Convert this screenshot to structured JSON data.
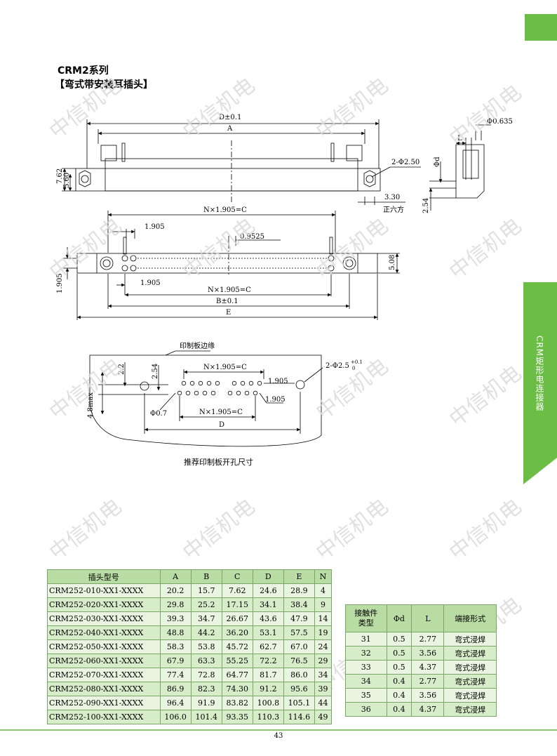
{
  "header": {
    "series": "CRM2系列",
    "subtitle": "【弯式带安装耳插头】"
  },
  "side_tab": {
    "label": "CRM矩形电连接器",
    "color": "#6cbd45"
  },
  "watermark": "中信机电",
  "drawing": {
    "d_tol": "D±0.1",
    "a": "A",
    "phi_635": "Φ0.635",
    "l": "L",
    "phi_d": "Φd",
    "two_phi_250": "2-Φ2.50",
    "dim_762": "7.62",
    "dim_560": "5.60",
    "dim_330": "3.30",
    "hex": "正六方",
    "dim_254": "2.54",
    "nc_top": "N×1.905=C",
    "p1905_a": "1.905",
    "p09525": "0.9525",
    "dim_508": "5.08",
    "dim_1905_left": "1.905",
    "p1905_b": "1.905",
    "nc_mid": "N×1.905=C",
    "b_tol": "B±0.1",
    "e": "E",
    "pcb_edge": "印制板边缘",
    "dim_22": "2.2",
    "dim_254b": "2.54",
    "nc_pcb": "N×1.905=C",
    "two_phi_25": "2-Φ2.5",
    "tol_01": "+0.1",
    "tol_0": "0",
    "p1905_c": "1.905",
    "p1905_d": "1.905",
    "dim_48": "4.8max",
    "phi_07": "Φ0.7",
    "nc_pcb2": "N×1.905=C",
    "d": "D",
    "caption": "推荐印制板开孔尺寸"
  },
  "table_main": {
    "headers": [
      "插头型号",
      "A",
      "B",
      "C",
      "D",
      "E",
      "N"
    ],
    "rows": [
      [
        "CRM252-010-XX1-XXXX",
        "20.2",
        "15.7",
        "7.62",
        "24.6",
        "28.9",
        "4"
      ],
      [
        "CRM252-020-XX1-XXXX",
        "29.8",
        "25.2",
        "17.15",
        "34.1",
        "38.4",
        "9"
      ],
      [
        "CRM252-030-XX1-XXXX",
        "39.3",
        "34.7",
        "26.67",
        "43.6",
        "47.9",
        "14"
      ],
      [
        "CRM252-040-XX1-XXXX",
        "48.8",
        "44.2",
        "36.20",
        "53.1",
        "57.5",
        "19"
      ],
      [
        "CRM252-050-XX1-XXXX",
        "58.3",
        "53.8",
        "45.72",
        "62.7",
        "67.0",
        "24"
      ],
      [
        "CRM252-060-XX1-XXXX",
        "67.9",
        "63.3",
        "55.25",
        "72.2",
        "76.5",
        "29"
      ],
      [
        "CRM252-070-XX1-XXXX",
        "77.4",
        "72.8",
        "64.77",
        "81.7",
        "86.0",
        "34"
      ],
      [
        "CRM252-080-XX1-XXXX",
        "86.9",
        "82.3",
        "74.30",
        "91.2",
        "95.6",
        "39"
      ],
      [
        "CRM252-090-XX1-XXXX",
        "96.4",
        "91.9",
        "83.82",
        "100.8",
        "105.1",
        "44"
      ],
      [
        "CRM252-100-XX1-XXXX",
        "106.0",
        "101.4",
        "93.35",
        "110.3",
        "114.6",
        "49"
      ]
    ]
  },
  "table_contact": {
    "headers": [
      "接触件\n类型",
      "Φd",
      "L",
      "端接形式"
    ],
    "rows": [
      [
        "31",
        "0.5",
        "2.77",
        "弯式浸焊"
      ],
      [
        "32",
        "0.5",
        "3.56",
        "弯式浸焊"
      ],
      [
        "33",
        "0.5",
        "4.37",
        "弯式浸焊"
      ],
      [
        "34",
        "0.4",
        "2.77",
        "弯式浸焊"
      ],
      [
        "35",
        "0.4",
        "3.56",
        "弯式浸焊"
      ],
      [
        "36",
        "0.4",
        "4.37",
        "弯式浸焊"
      ]
    ]
  },
  "footer": {
    "page": "43"
  }
}
